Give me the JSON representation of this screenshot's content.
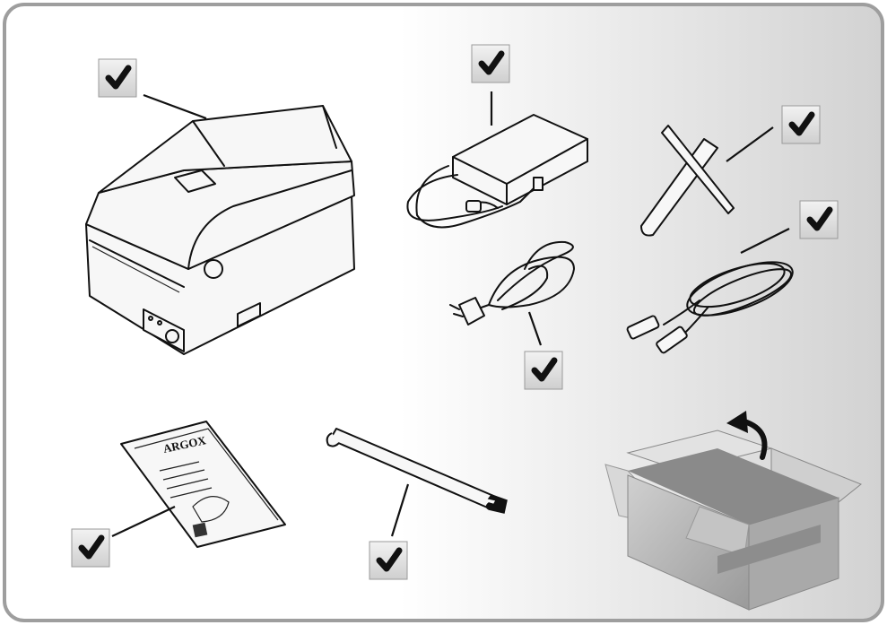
{
  "figure": {
    "items": [
      {
        "id": "printer",
        "icon": "printer-icon",
        "checked": true
      },
      {
        "id": "power-adapter",
        "icon": "power-adapter-icon",
        "checked": true
      },
      {
        "id": "cleaning-sticks",
        "icon": "cleaning-stick-icon",
        "checked": true
      },
      {
        "id": "usb-cable",
        "icon": "usb-cable-icon",
        "checked": true
      },
      {
        "id": "power-cord",
        "icon": "power-cord-icon",
        "checked": true
      },
      {
        "id": "quick-guide",
        "icon": "document-icon",
        "checked": true
      },
      {
        "id": "ribbon-spindle",
        "icon": "spindle-icon",
        "checked": true
      },
      {
        "id": "open-box",
        "icon": "box-icon",
        "checked": false
      }
    ],
    "guide": {
      "brand": "ARGOX"
    },
    "colors": {
      "frame": "#9e9e9e",
      "checkbox": "#e2e2e2",
      "checkmark": "#111111",
      "box": "#bdbdbd"
    }
  }
}
